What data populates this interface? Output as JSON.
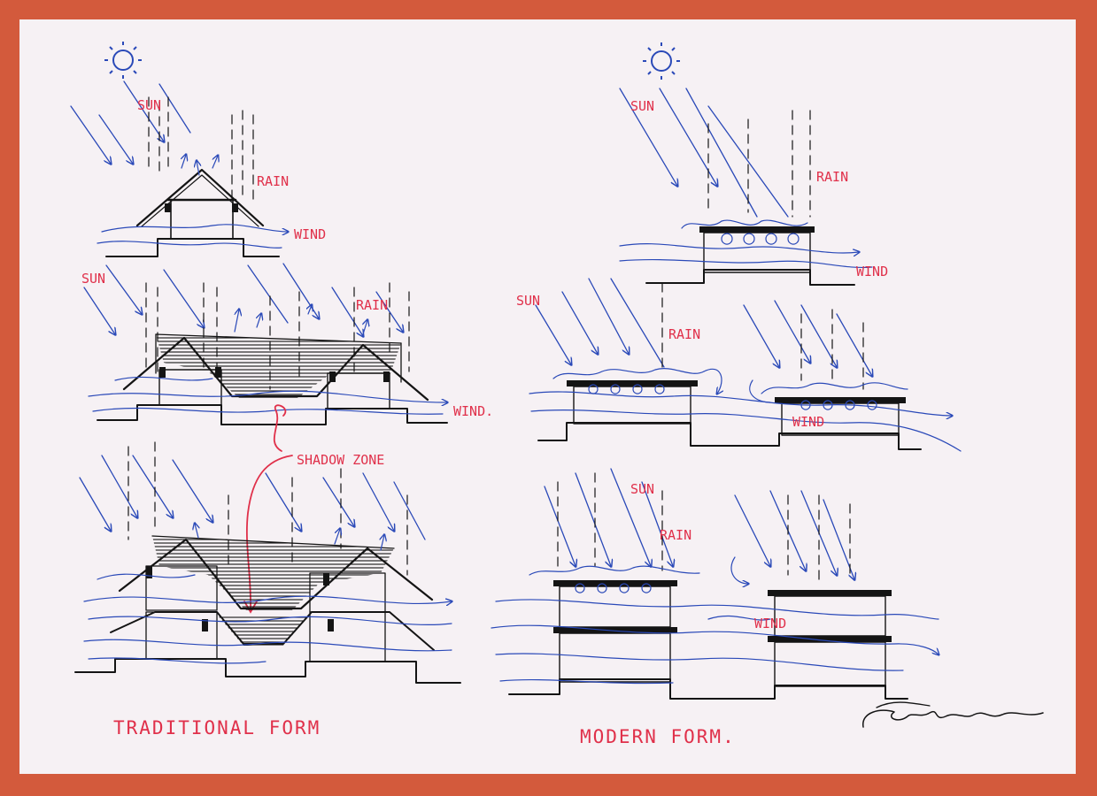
{
  "labels": {
    "sun": "SUN",
    "rain": "RAIN",
    "wind": "WIND",
    "wind_dot": "WIND.",
    "shadow_zone": "SHADOW ZONE",
    "traditional_form": "TRADITIONAL FORM",
    "modern_form": "MODERN FORM."
  },
  "colors": {
    "border": "#d35a3c",
    "paper": "#f6f1f4",
    "ink": "#141414",
    "sun_rays": "#2a49b8",
    "annotation": "#e0304a"
  }
}
